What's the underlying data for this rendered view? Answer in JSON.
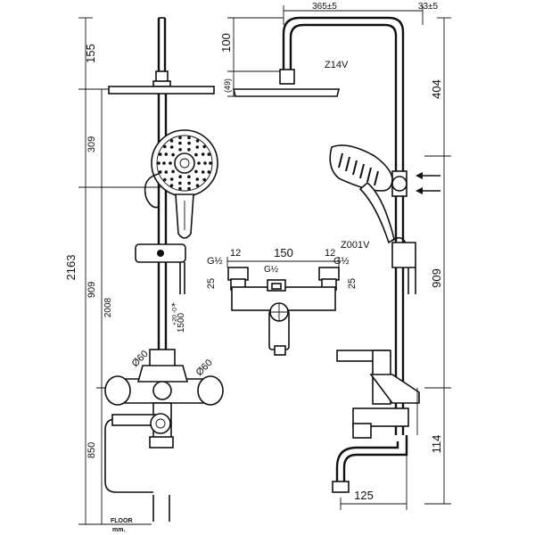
{
  "dimensions": {
    "top_head_offset": "155",
    "total_height": "2163",
    "head_arm_gap": "309",
    "rail_height_left": "909",
    "mount_height": "2008",
    "floor_to_mixer": "850",
    "hose_length": "1500",
    "hose_tolerance": "+20 -0",
    "arm_drop": "100",
    "arm_offset_paren": "(49)",
    "arm_length": "365±5",
    "pipe_offset": "33±5",
    "right_upper": "404",
    "rail_height_right": "909",
    "spout_height": "114",
    "spout_reach": "125",
    "inlet_spacing": "150",
    "thread_left": "G½",
    "thread_right": "G½",
    "inlet_depth_left": "12",
    "inlet_depth_right": "12",
    "eccentric_left": "25",
    "eccentric_right": "25",
    "diameter_left": "Ø60",
    "diameter_right": "Ø60",
    "floor_label": "FLOOR",
    "floor_unit": "mm."
  },
  "parts": {
    "overhead_shower": "Z14V",
    "hand_shower": "Z001V"
  },
  "symbols": {
    "asterisk": "*"
  },
  "colors": {
    "line": "#111111",
    "background": "#ffffff"
  }
}
